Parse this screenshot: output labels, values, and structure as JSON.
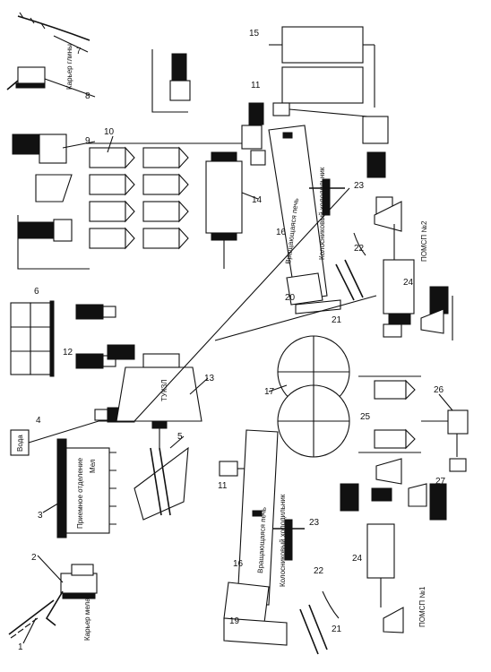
{
  "callouts": {
    "n1": "1",
    "n2": "2",
    "n3": "3",
    "n4": "4",
    "n5": "5",
    "n6": "6",
    "n7": "7",
    "n8": "8",
    "n9": "9",
    "n10": "10",
    "n11a": "11",
    "n11b": "11",
    "n12": "12",
    "n13": "13",
    "n14": "14",
    "n15": "15",
    "n16a": "16",
    "n16b": "16",
    "n17": "17",
    "n19": "19",
    "n20": "20",
    "n21a": "21",
    "n21b": "21",
    "n22a": "22",
    "n22b": "22",
    "n23a": "23",
    "n23b": "23",
    "n24a": "24",
    "n24b": "24",
    "n25": "25",
    "n26": "26",
    "n27": "27"
  },
  "labels": {
    "quarry_chalk": "Карьер мела",
    "receiving_hopper": "Приемное отделение",
    "mill_label": "Мел",
    "water_tank": "Вода",
    "quarry_clay": "Карьер глины",
    "mixer_label": "ТУКЗЛ",
    "kiln_1": "Вращающаяся печь",
    "kiln_2": "Вращающаяся печь",
    "cooler_1": "Колосниковый холодильник",
    "cooler_2": "Колосниковый холодильник",
    "plant_1": "ПОМСП №1",
    "plant_2": "ПОМСП №2"
  }
}
